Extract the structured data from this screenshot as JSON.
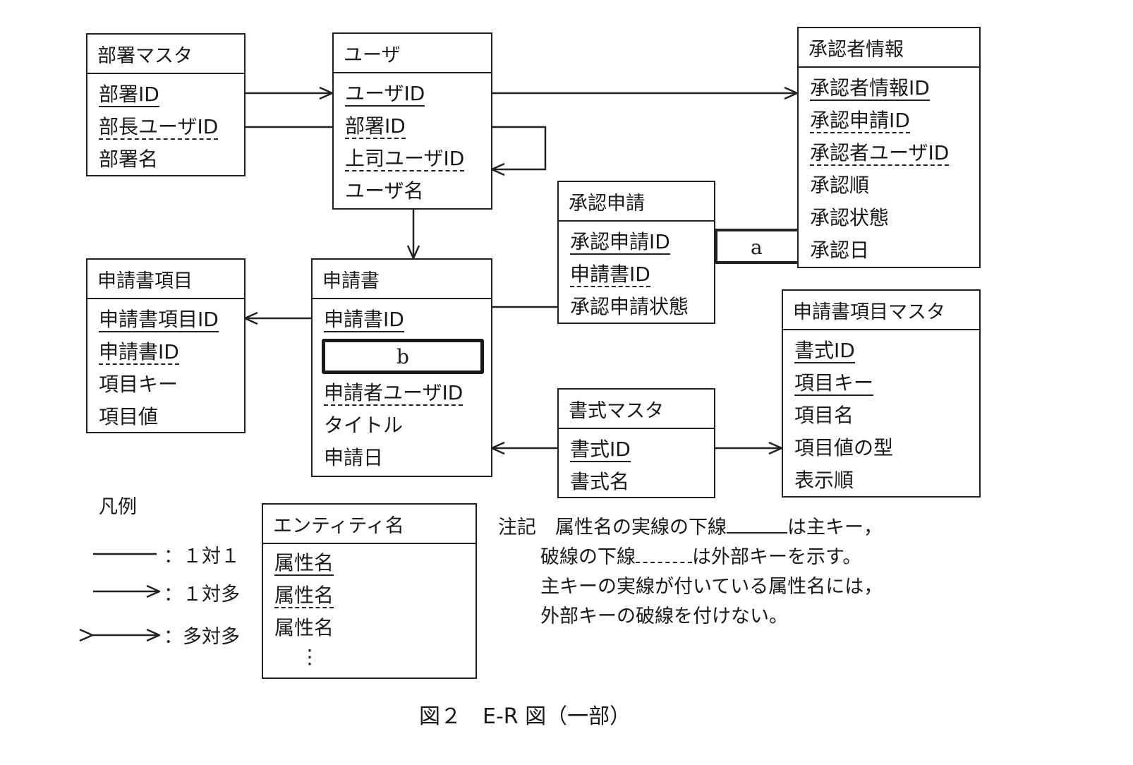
{
  "entities": {
    "busho_master": {
      "name": "部署マスタ",
      "attributes": [
        {
          "label": "部署ID",
          "key": "pk"
        },
        {
          "label": "部長ユーザID",
          "key": "fk"
        },
        {
          "label": "部署名",
          "key": ""
        }
      ]
    },
    "user": {
      "name": "ユーザ",
      "attributes": [
        {
          "label": "ユーザID",
          "key": "pk"
        },
        {
          "label": "部署ID",
          "key": "fk"
        },
        {
          "label": "上司ユーザID",
          "key": "fk"
        },
        {
          "label": "ユーザ名",
          "key": ""
        }
      ]
    },
    "shoninsha_joho": {
      "name": "承認者情報",
      "attributes": [
        {
          "label": "承認者情報ID",
          "key": "pk"
        },
        {
          "label": "承認申請ID",
          "key": "fk"
        },
        {
          "label": "承認者ユーザID",
          "key": "fk"
        },
        {
          "label": "承認順",
          "key": ""
        },
        {
          "label": "承認状態",
          "key": ""
        },
        {
          "label": "承認日",
          "key": ""
        }
      ]
    },
    "shonin_shinsei": {
      "name": "承認申請",
      "attributes": [
        {
          "label": "承認申請ID",
          "key": "pk"
        },
        {
          "label": "申請書ID",
          "key": "fk"
        },
        {
          "label": "承認申請状態",
          "key": ""
        }
      ]
    },
    "shinseisho_komoku": {
      "name": "申請書項目",
      "attributes": [
        {
          "label": "申請書項目ID",
          "key": "pk"
        },
        {
          "label": "申請書ID",
          "key": "fk"
        },
        {
          "label": "項目キー",
          "key": ""
        },
        {
          "label": "項目値",
          "key": ""
        }
      ]
    },
    "shinseisho": {
      "name": "申請書",
      "attributes": [
        {
          "label": "申請書ID",
          "key": "pk"
        },
        {
          "label": "b",
          "key": "blank"
        },
        {
          "label": "申請者ユーザID",
          "key": "fk"
        },
        {
          "label": "タイトル",
          "key": ""
        },
        {
          "label": "申請日",
          "key": ""
        }
      ]
    },
    "shinseisho_komoku_master": {
      "name": "申請書項目マスタ",
      "attributes": [
        {
          "label": "書式ID",
          "key": "pk"
        },
        {
          "label": "項目キー",
          "key": "pk"
        },
        {
          "label": "項目名",
          "key": ""
        },
        {
          "label": "項目値の型",
          "key": ""
        },
        {
          "label": "表示順",
          "key": ""
        }
      ]
    },
    "shoshiki_master": {
      "name": "書式マスタ",
      "attributes": [
        {
          "label": "書式ID",
          "key": "pk"
        },
        {
          "label": "書式名",
          "key": ""
        }
      ]
    }
  },
  "relationships": [
    {
      "from": "部署マスタ",
      "to": "ユーザ",
      "type": "1対多"
    },
    {
      "from": "ユーザ",
      "to": "部署マスタ",
      "type": "1対1"
    },
    {
      "from": "ユーザ",
      "to": "承認者情報",
      "type": "1対多"
    },
    {
      "from": "ユーザ",
      "to": "ユーザ",
      "type": "1対多"
    },
    {
      "from": "ユーザ",
      "to": "申請書",
      "type": "1対多"
    },
    {
      "from": "申請書",
      "to": "申請書項目",
      "type": "1対多"
    },
    {
      "from": "申請書",
      "to": "承認申請",
      "type": "1対1"
    },
    {
      "from": "承認申請",
      "to": "承認者情報",
      "type": "blank",
      "label": "a"
    },
    {
      "from": "書式マスタ",
      "to": "申請書",
      "type": "1対多"
    },
    {
      "from": "書式マスタ",
      "to": "申請書項目マスタ",
      "type": "1対多"
    }
  ],
  "blank_a": "a",
  "legend": {
    "title": "凡例",
    "one_to_one": "：１対１",
    "one_to_many": "：１対多",
    "many_to_many": "：多対多",
    "entity_name": "エンティティ名",
    "attr_pk": "属性名",
    "attr_fk": "属性名",
    "attr_plain": "属性名",
    "ellipsis": "⋮"
  },
  "note": {
    "line1_a": "注記　属性名の実線の下線",
    "line1_b": "は主キー，",
    "line2_a": "破線の下線",
    "line2_b": "は外部キーを示す。",
    "line3": "主キーの実線が付いている属性名には，",
    "line4": "外部キーの破線を付けない。"
  },
  "caption": "図２　E-R 図（一部）"
}
